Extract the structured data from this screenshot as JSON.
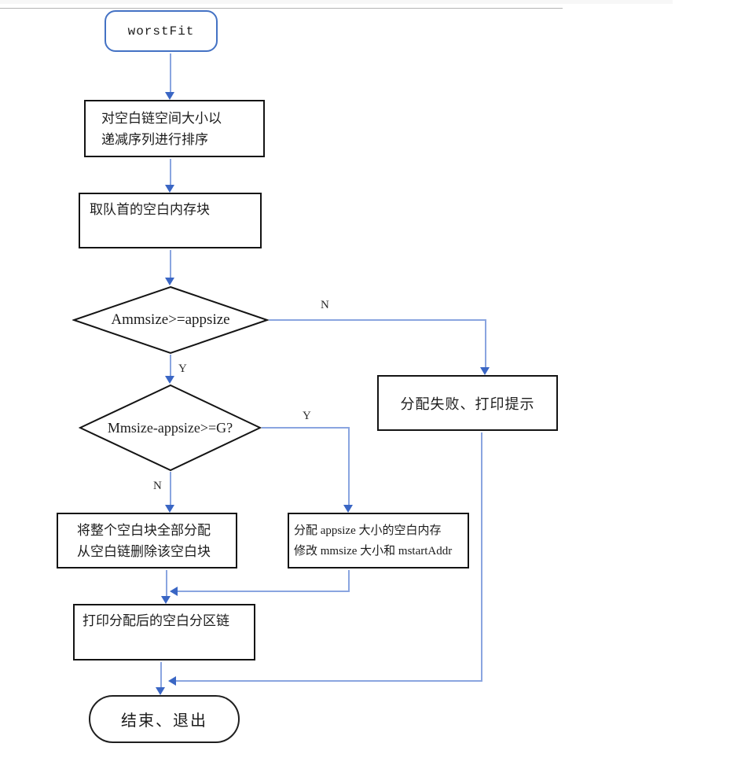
{
  "flowchart": {
    "title": "worstFit memory-allocation flowchart",
    "colors": {
      "connector": "#8aa5e0",
      "arrowhead": "#3a66c4",
      "node_border": "#141414",
      "start_terminal_border": "#4472c4"
    },
    "nodes": {
      "start": {
        "label": "worstFit"
      },
      "sort": {
        "line1": "对空白链空间大小以",
        "line2": "递减序列进行排序"
      },
      "take_head": {
        "label": "取队首的空白内存块"
      },
      "decision_size": {
        "label": "Ammsize>=appsize"
      },
      "decision_threshold": {
        "label": "Mmsize-appsize>=G?"
      },
      "fail": {
        "label": "分配失败、打印提示"
      },
      "alloc_whole": {
        "line1": "将整个空白块全部分配",
        "line2": "从空白链删除该空白块"
      },
      "alloc_split": {
        "line1": "分配 appsize 大小的空白内存",
        "line2": "修改 mmsize 大小和 mstartAddr"
      },
      "print_chain": {
        "label": "打印分配后的空白分区链"
      },
      "end": {
        "label": "结束、退出"
      }
    },
    "edge_labels": {
      "decision_size_no": "N",
      "decision_size_yes": "Y",
      "decision_threshold_yes": "Y",
      "decision_threshold_no": "N"
    }
  }
}
